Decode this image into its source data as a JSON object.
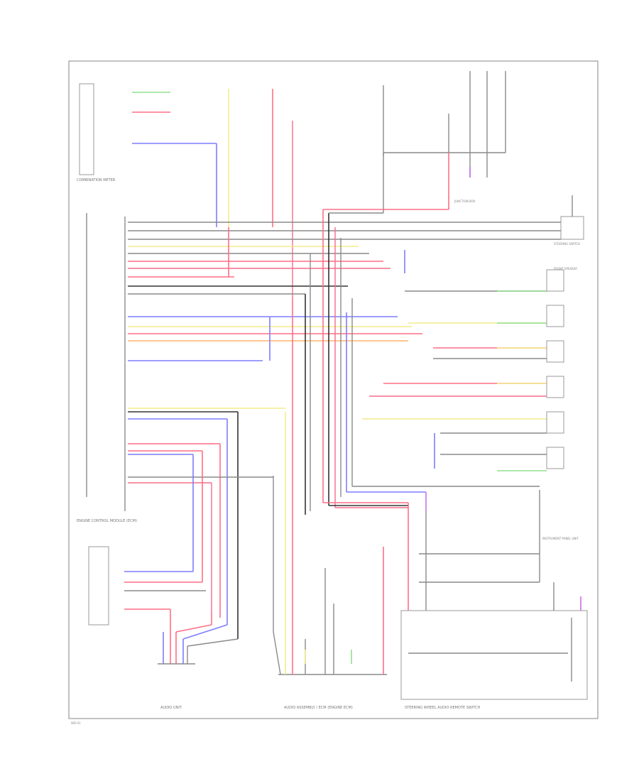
{
  "components": {
    "ecm_bottom": "ENGINE CONTROL MODULE (ECM)",
    "left_top_module": "COMBINATION METER",
    "bottom_left": "AUDIO UNIT",
    "bottom_center": "AUDIO ASSEMBLY / ECM (ENGINE ECM)",
    "bottom_right": "STEERING WHEEL AUDIO REMOTE SWITCH",
    "far_right_top": "STEERING SWITCH",
    "instrument_unit": "INSTRUMENT PANEL UNIT",
    "junction_box": "JUNCTION BOX",
    "front_speaker": "FRONT SPEAKER",
    "footer": "WD-01"
  },
  "colors": {
    "wire_red": "#ff6f86",
    "wire_yellow": "#f3ec8a",
    "wire_blue": "#7d7dff",
    "wire_black": "#333333",
    "wire_green": "#8fe08f",
    "wire_orange": "#ffb26b",
    "wire_violet": "#c970e8"
  }
}
